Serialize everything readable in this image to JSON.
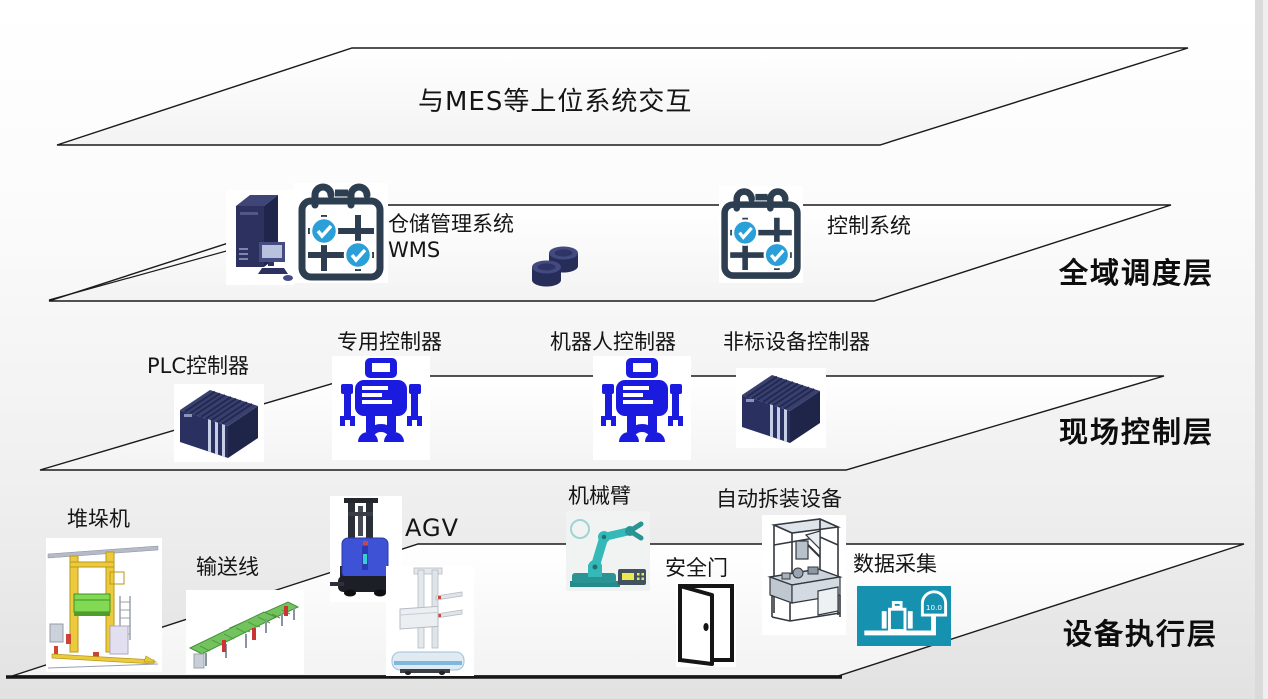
{
  "page": {
    "kind": "layered industrial automation architecture diagram",
    "background_top": "#ffffff",
    "background_bottom": "#e2e2e2"
  },
  "top_layer": {
    "title": "与MES等上位系统交互"
  },
  "scheduling_layer": {
    "name": "全域调度层",
    "wms_label_line1": "仓储管理系统",
    "wms_label_line2": "WMS",
    "control_system_label": "控制系统"
  },
  "field_control_layer": {
    "name": "现场控制层",
    "plc_label": "PLC控制器",
    "dedicated_label": "专用控制器",
    "robot_label": "机器人控制器",
    "nonstandard_label": "非标设备控制器"
  },
  "execution_layer": {
    "name": "设备执行层",
    "stacker_label": "堆垛机",
    "conveyor_label": "输送线",
    "agv_label": "AGV",
    "arm_label": "机械臂",
    "door_label": "安全门",
    "disassembly_label": "自动拆装设备",
    "data_label": "数据采集",
    "scale_reading": "10.0"
  },
  "colors": {
    "outline": "#1a1a1a",
    "navy_icon": "#2c3160",
    "calendar_dark": "#2d3e50",
    "check_blue": "#2b9fd8",
    "robot_blue": "#1b1be0",
    "arm_teal": "#35b8b8",
    "data_teal": "#1692b0",
    "stacker_yellow": "#ecc93d",
    "conveyor_green": "#72c25e"
  }
}
